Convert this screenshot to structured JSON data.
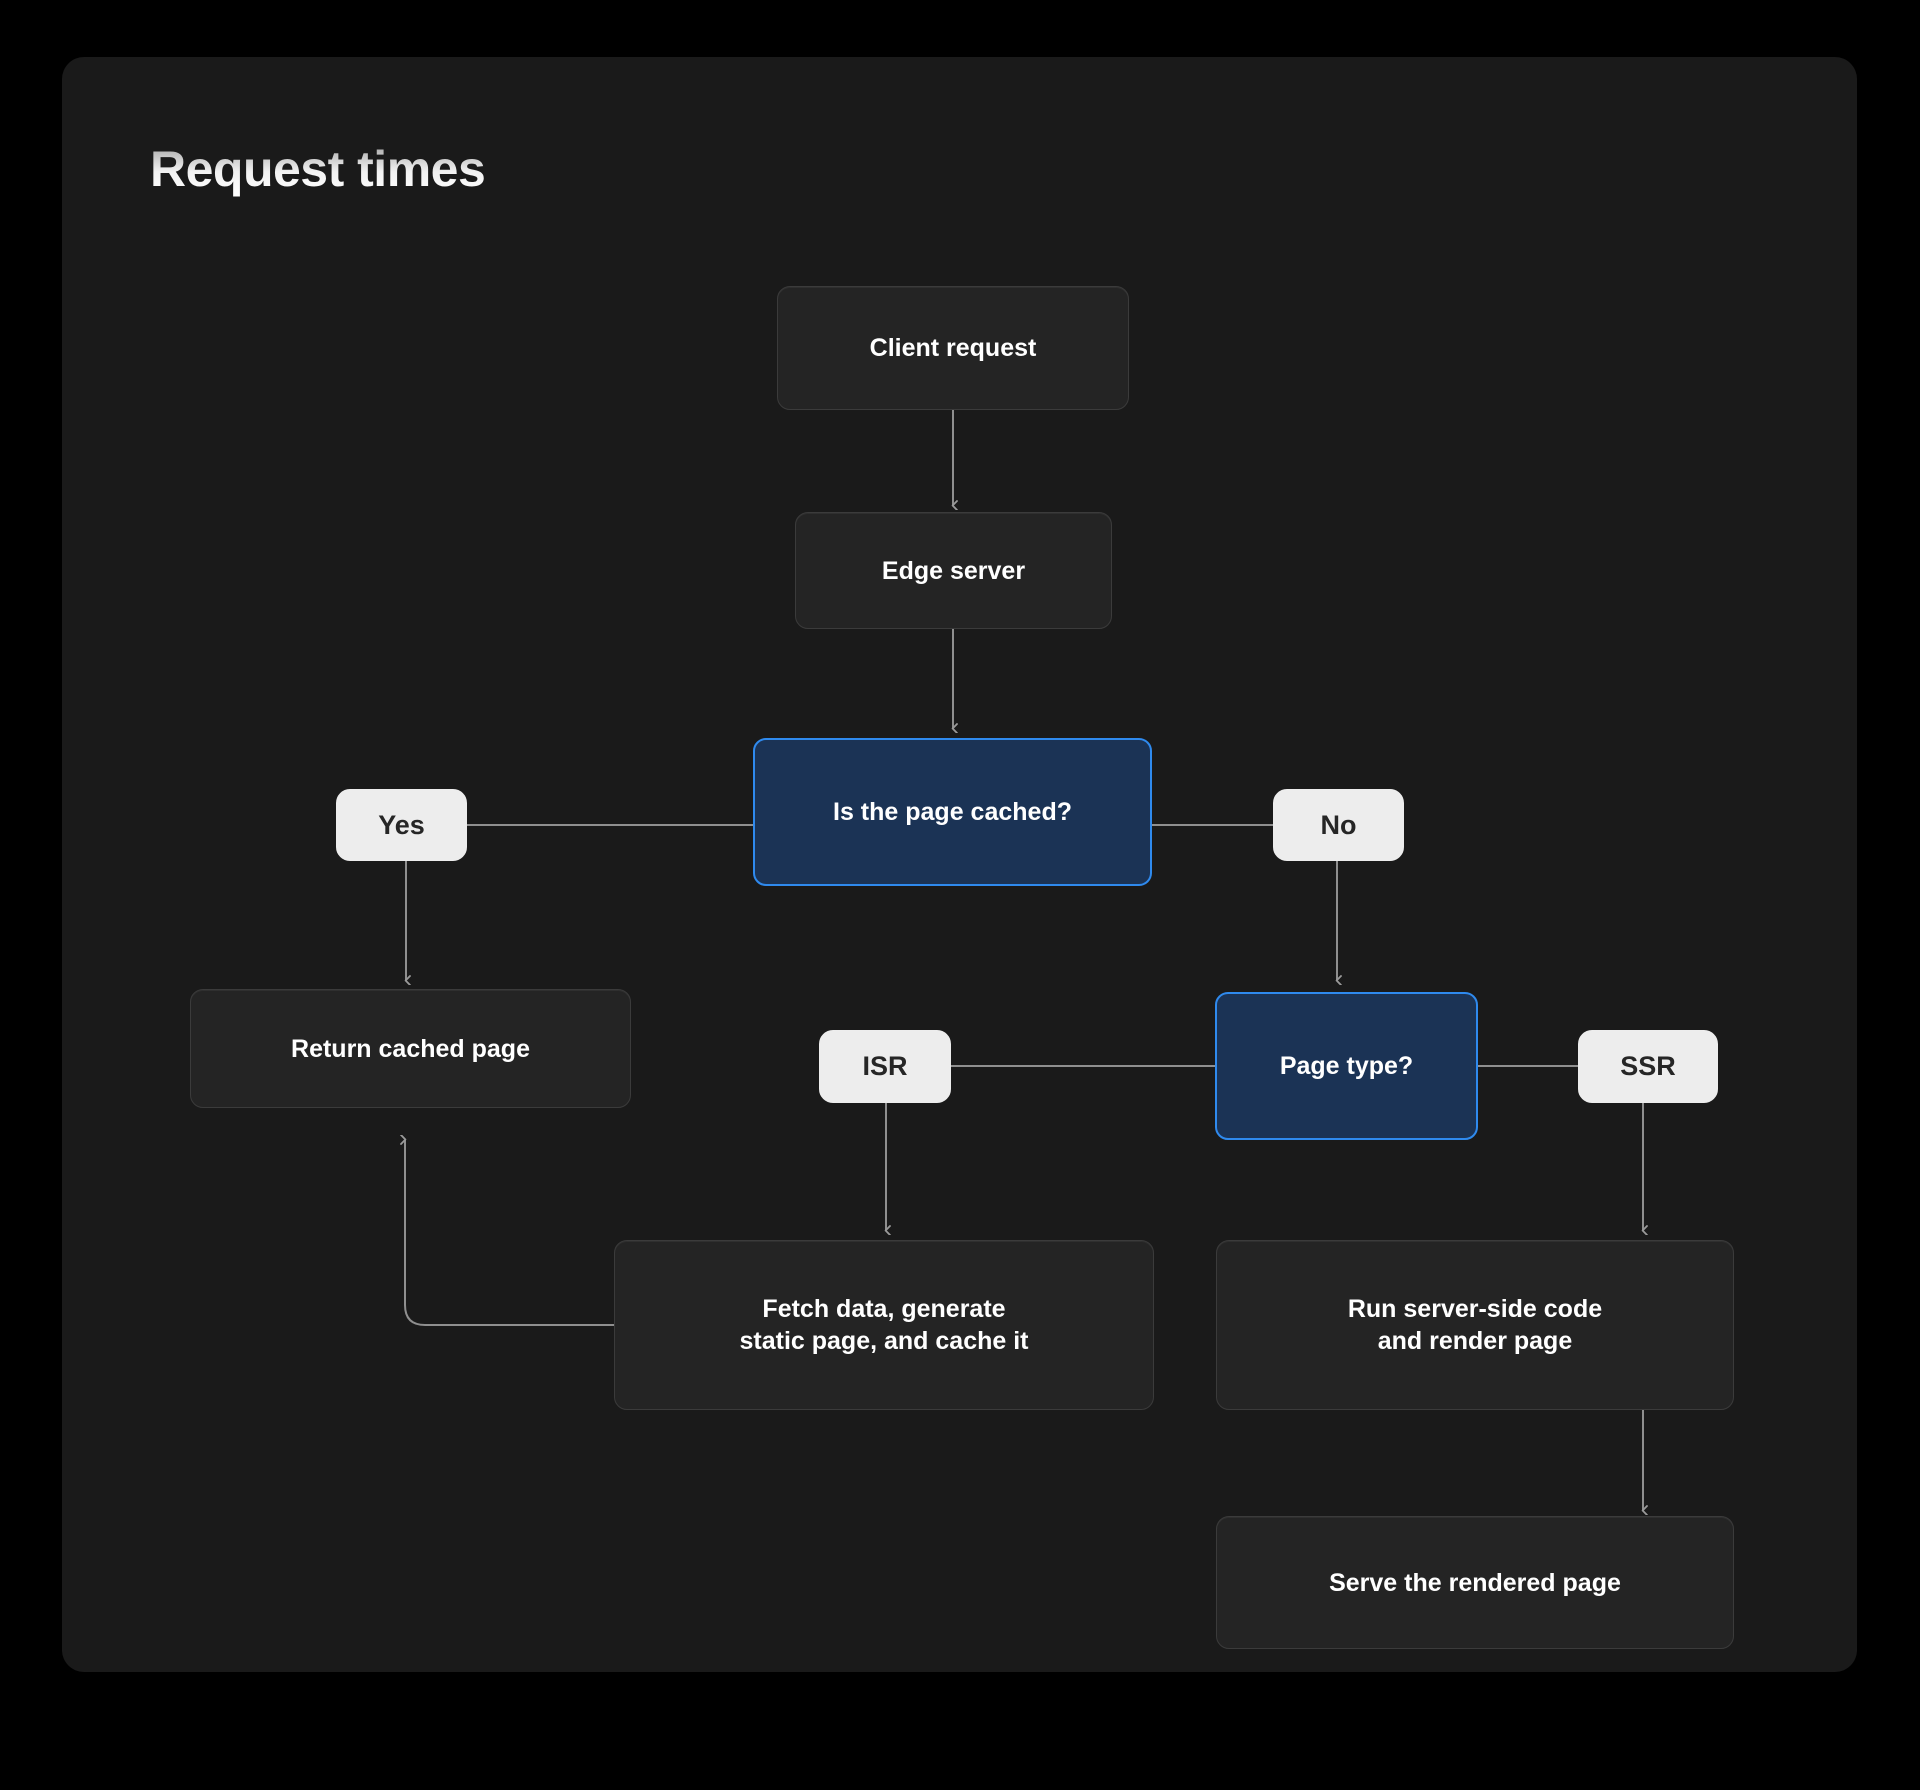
{
  "page": {
    "background": "#000000",
    "panel_background": "#1a1a1a",
    "title": "Request times"
  },
  "theme": {
    "node_fill": "#242424",
    "node_border": "#3b3b3b",
    "accent_fill": "#1b3355",
    "accent_border": "#2f8aee",
    "label_fill": "#ededed",
    "label_text": "#262626",
    "edge_color": "#8f8f8f",
    "node_text": "#ffffff"
  },
  "diagram": {
    "type": "flowchart",
    "nodes": [
      {
        "id": "client-request",
        "label": "Client request",
        "style": "dark"
      },
      {
        "id": "edge-server",
        "label": "Edge server",
        "style": "dark"
      },
      {
        "id": "is-page-cached",
        "label": "Is the page cached?",
        "style": "accent"
      },
      {
        "id": "yes-label",
        "label": "Yes",
        "style": "pill"
      },
      {
        "id": "no-label",
        "label": "No",
        "style": "pill"
      },
      {
        "id": "return-cached-page",
        "label": "Return cached page",
        "style": "dark"
      },
      {
        "id": "page-type",
        "label": "Page type?",
        "style": "accent"
      },
      {
        "id": "isr-label",
        "label": "ISR",
        "style": "pill"
      },
      {
        "id": "ssr-label",
        "label": "SSR",
        "style": "pill"
      },
      {
        "id": "fetch-generate-cache",
        "label": "Fetch data, generate\nstatic page, and cache it",
        "style": "dark"
      },
      {
        "id": "run-server-side",
        "label": "Run server-side code\nand render page",
        "style": "dark"
      },
      {
        "id": "serve-rendered-page",
        "label": "Serve the rendered page",
        "style": "dark"
      }
    ],
    "edges": [
      {
        "from": "client-request",
        "to": "edge-server",
        "arrow": true
      },
      {
        "from": "edge-server",
        "to": "is-page-cached",
        "arrow": true
      },
      {
        "from": "is-page-cached",
        "to": "yes-label",
        "arrow": false
      },
      {
        "from": "is-page-cached",
        "to": "no-label",
        "arrow": false
      },
      {
        "from": "yes-label",
        "to": "return-cached-page",
        "arrow": true
      },
      {
        "from": "no-label",
        "to": "page-type",
        "arrow": true
      },
      {
        "from": "page-type",
        "to": "isr-label",
        "arrow": false
      },
      {
        "from": "page-type",
        "to": "ssr-label",
        "arrow": false
      },
      {
        "from": "isr-label",
        "to": "fetch-generate-cache",
        "arrow": true
      },
      {
        "from": "ssr-label",
        "to": "run-server-side",
        "arrow": true
      },
      {
        "from": "run-server-side",
        "to": "serve-rendered-page",
        "arrow": true
      },
      {
        "from": "fetch-generate-cache",
        "to": "return-cached-page",
        "arrow": true
      }
    ]
  }
}
